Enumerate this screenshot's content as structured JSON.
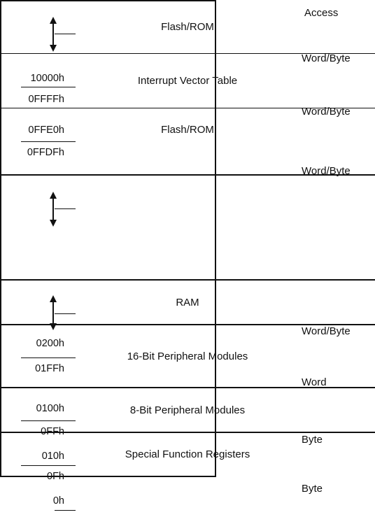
{
  "header": {
    "access_title": "Access"
  },
  "regions": [
    {
      "label": "Flash/ROM",
      "access": "Word/Byte"
    },
    {
      "label": "Interrupt Vector Table",
      "access": "Word/Byte"
    },
    {
      "label": "Flash/ROM",
      "access": "Word/Byte"
    },
    {
      "label": "",
      "access": ""
    },
    {
      "label": "RAM",
      "access": "Word/Byte"
    },
    {
      "label": "16-Bit Peripheral Modules",
      "access": "Word"
    },
    {
      "label": "8-Bit Peripheral Modules",
      "access": "Byte"
    },
    {
      "label": "Special Function Registers",
      "access": "Byte"
    }
  ],
  "addresses": {
    "a10000": "10000h",
    "a0FFFF": "0FFFFh",
    "a0FFE0": "0FFE0h",
    "a0FFDF": "0FFDFh",
    "a0200": "0200h",
    "a01FF": "01FFh",
    "a0100": "0100h",
    "a0FF": "0FFh",
    "a010": "010h",
    "a0F": "0Fh",
    "a0": "0h"
  }
}
